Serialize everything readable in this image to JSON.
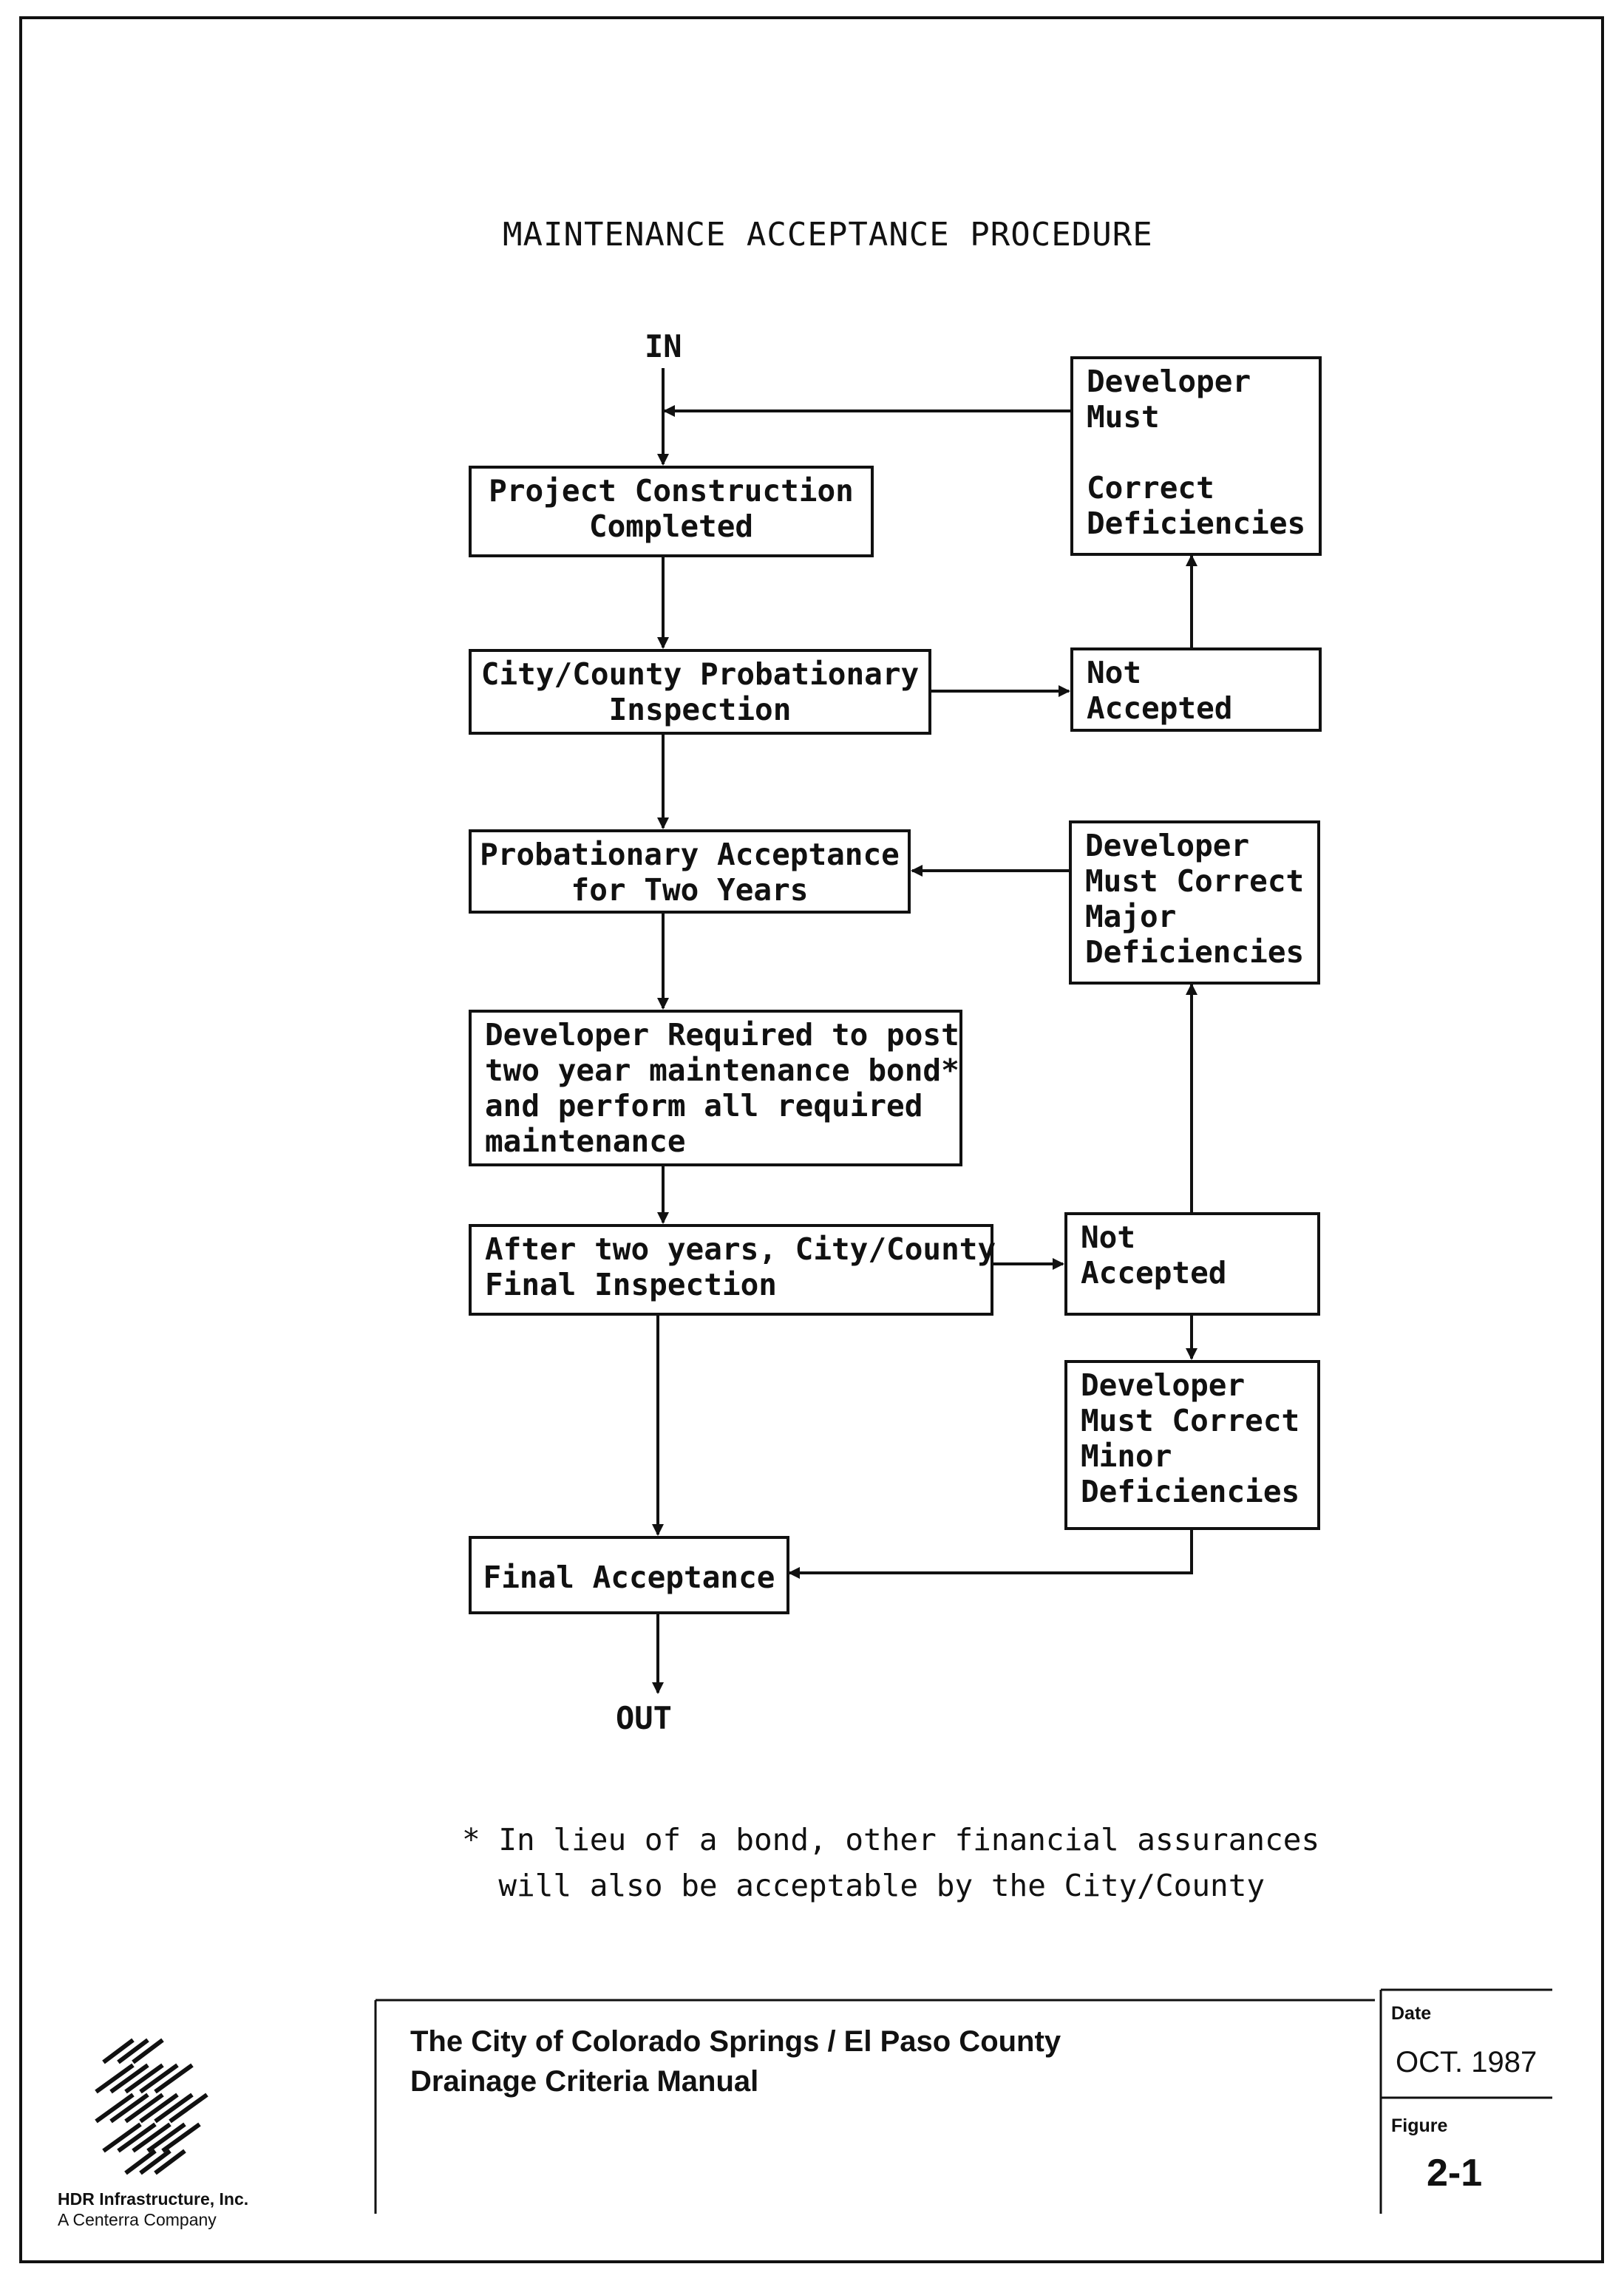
{
  "title": "MAINTENANCE ACCEPTANCE PROCEDURE",
  "terminals": {
    "in": "IN",
    "out": "OUT"
  },
  "boxes": {
    "project_construction": "Project Construction\nCompleted",
    "probationary_inspection": "City/County Probationary\nInspection",
    "not_accepted_1": "Not\nAccepted",
    "correct_deficiencies": "Developer\nMust\n\nCorrect\nDeficiencies",
    "probationary_acceptance": "Probationary Acceptance\nfor Two Years",
    "correct_major": "Developer\nMust Correct\nMajor\nDeficiencies",
    "post_bond": "Developer Required to post\ntwo year maintenance bond*\nand perform all required\nmaintenance",
    "final_inspection": "After two years, City/County\nFinal Inspection",
    "not_accepted_2": "Not\nAccepted",
    "correct_minor": "Developer\nMust Correct\nMinor\nDeficiencies",
    "final_acceptance": "Final Acceptance"
  },
  "footnote": "* In lieu of a bond, other financial assurances\n  will also be acceptable by the City/County",
  "footer": {
    "organization": "The City of Colorado Springs / El Paso County\nDrainage Criteria Manual",
    "date_label": "Date",
    "date_value": "OCT. 1987",
    "figure_label": "Figure",
    "figure_value": "2-1",
    "company_name": "HDR Infrastructure, Inc.",
    "company_sub": "A Centerra Company"
  }
}
